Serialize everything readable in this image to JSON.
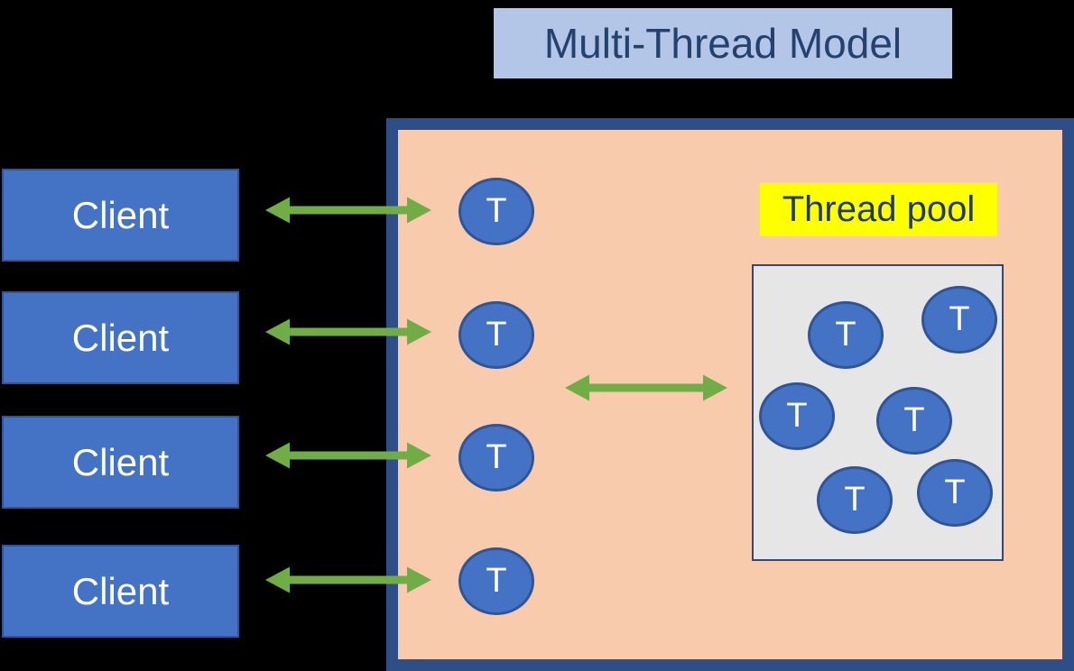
{
  "title": {
    "text": "Multi-Thread Model"
  },
  "clients": [
    {
      "label": "Client"
    },
    {
      "label": "Client"
    },
    {
      "label": "Client"
    },
    {
      "label": "Client"
    }
  ],
  "server": {
    "worker_threads": [
      {
        "label": "T"
      },
      {
        "label": "T"
      },
      {
        "label": "T"
      },
      {
        "label": "T"
      }
    ],
    "thread_pool": {
      "label": "Thread pool",
      "threads": [
        {
          "label": "T"
        },
        {
          "label": "T"
        },
        {
          "label": "T"
        },
        {
          "label": "T"
        },
        {
          "label": "T"
        },
        {
          "label": "T"
        }
      ]
    }
  },
  "colors": {
    "background": "#000000",
    "title_bg": "#b4c6e7",
    "title_text": "#24426e",
    "client_fill": "#4472c4",
    "client_border": "#2f5597",
    "server_fill": "#f7cbac",
    "server_border": "#2e4e87",
    "thread_fill": "#4472c4",
    "thread_border": "#2f5597",
    "pool_fill": "#e7e6e6",
    "pool_border": "#2e4a7d",
    "pool_label_bg": "#ffff00",
    "arrow_green": "#70ad47"
  }
}
